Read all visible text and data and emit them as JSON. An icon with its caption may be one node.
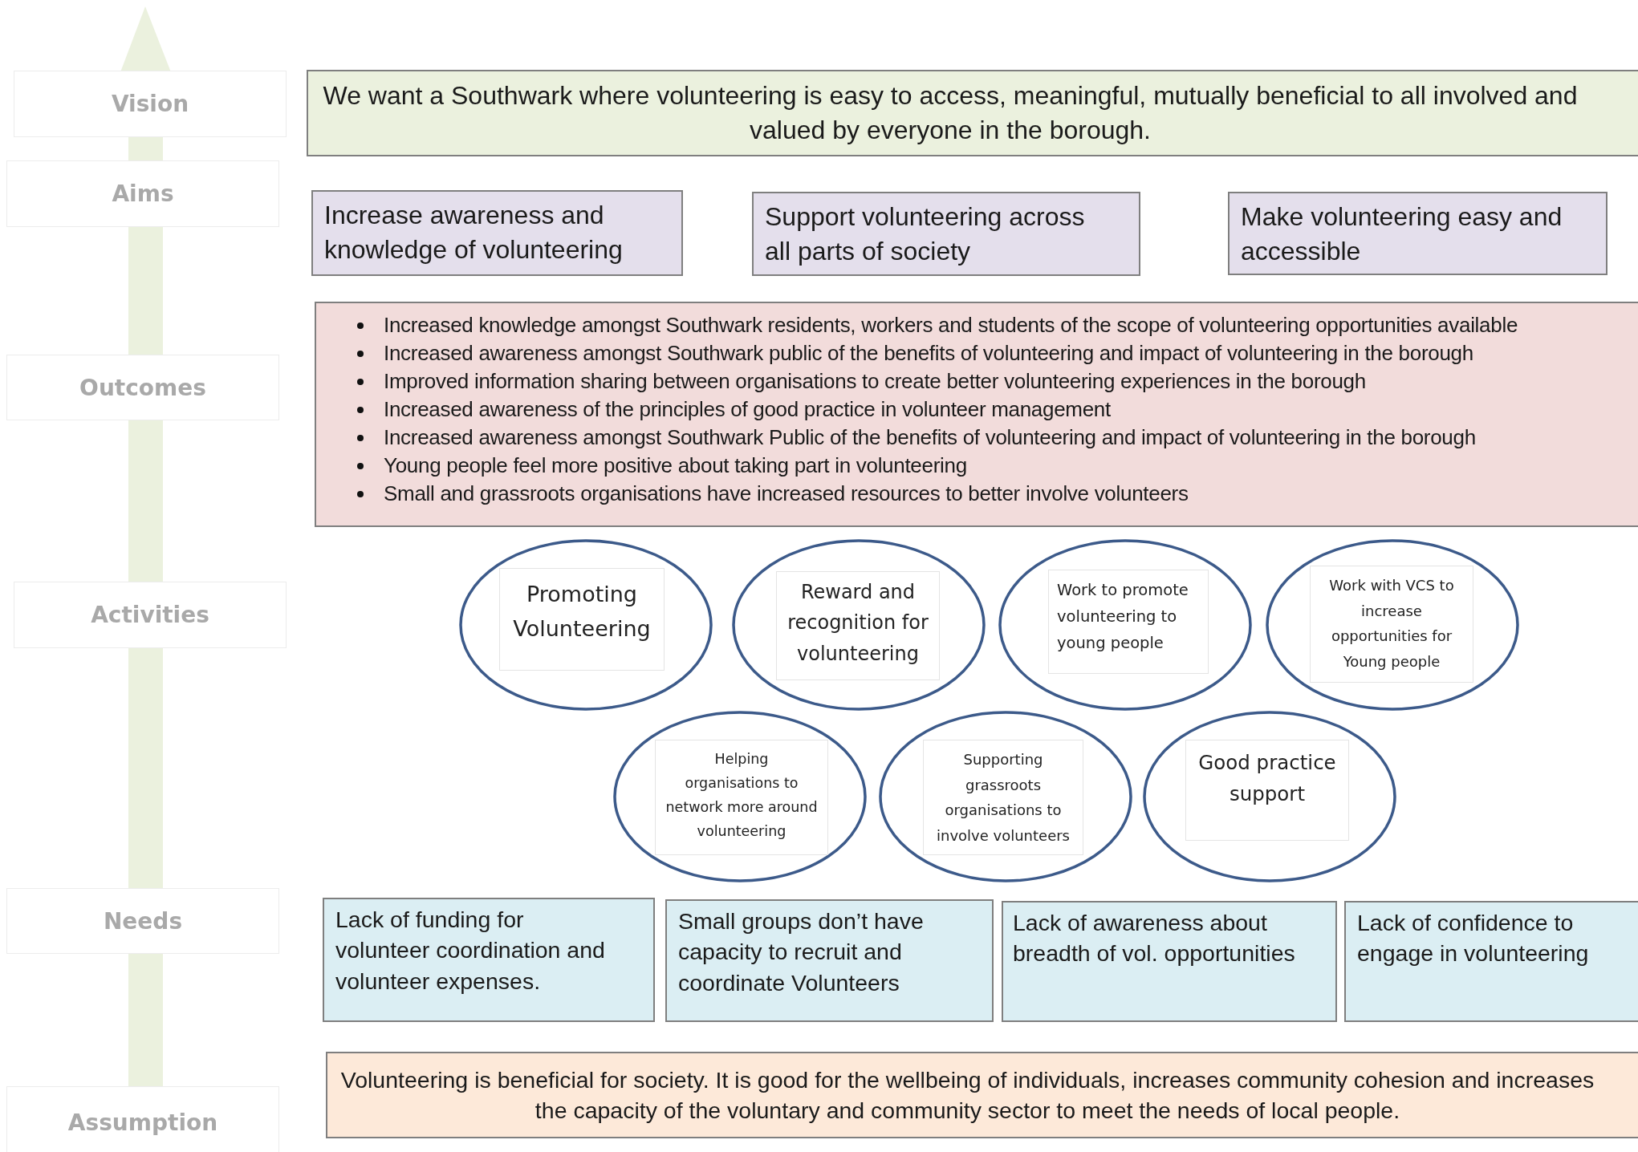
{
  "diagram": {
    "nodes": [
      {
        "text": [
          "Vision"
        ]
      },
      {
        "text": [
          "We want a Southwark where volunteering is easy to access, meaningful, mutually beneficial to all involved and valued by everyone in the borough."
        ]
      },
      {
        "text": [
          "Aims"
        ]
      },
      {
        "text": [
          "Increase awareness and knowledge of volunteering"
        ]
      },
      {
        "text": [
          "Support volunteering across all parts of society"
        ]
      },
      {
        "text": [
          "Make volunteering easy and accessible"
        ]
      },
      {
        "text": [
          "Outcomes"
        ]
      },
      {
        "text": [
          "Increased knowledge amongst Southwark residents, workers and students of the scope of volunteering opportunities available",
          "Increased awareness amongst Southwark public of the benefits of volunteering and impact of volunteering in the borough",
          "Improved information sharing between organisations to create better volunteering experiences in the borough",
          "Increased awareness of the principles of good practice in volunteer management",
          "Increased awareness amongst Southwark Public of the benefits of volunteering and impact of volunteering in the borough",
          "Young people feel more positive about taking part in volunteering",
          "Small and grassroots organisations have increased resources to better involve volunteers"
        ]
      },
      {
        "text": [
          "Activities"
        ]
      },
      {
        "text": [
          "Promoting Volunteering"
        ]
      },
      {
        "text": [
          "Reward and recognition for volunteering"
        ]
      },
      {
        "text": [
          "Work to promote volunteering to young people"
        ]
      },
      {
        "text": [
          "Work with VCS to increase opportunities for Young people"
        ]
      },
      {
        "text": [
          "Helping organisations to network more around volunteering"
        ]
      },
      {
        "text": [
          "Supporting grassroots organisations to involve volunteers"
        ]
      },
      {
        "text": [
          "Good practice support"
        ]
      },
      {
        "text": [
          "Needs"
        ]
      },
      {
        "text": [
          "Lack of funding for volunteer coordination and volunteer expenses."
        ]
      },
      {
        "text": [
          "Small groups don’t have capacity to recruit and coordinate Volunteers"
        ]
      },
      {
        "text": [
          "Lack of awareness about breadth of vol. opportunities"
        ]
      },
      {
        "text": [
          "Lack of confidence to engage in volunteering"
        ]
      },
      {
        "text": [
          "Assumption"
        ]
      },
      {
        "text": [
          "Volunteering is beneficial for society. It is good for the wellbeing of individuals, increases community cohesion and increases the capacity of the voluntary and community sector to meet the needs of local people."
        ]
      }
    ]
  }
}
